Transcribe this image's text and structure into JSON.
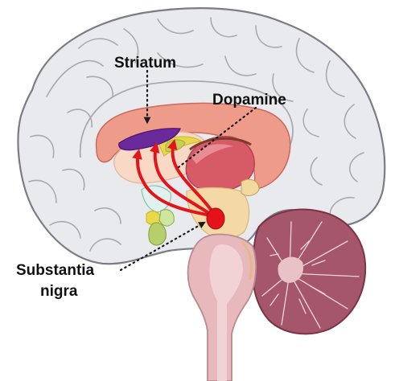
{
  "labels": {
    "striatum": "Striatum",
    "dopamine": "Dopamine",
    "substantia_line1": "Substantia",
    "substantia_line2": "nigra"
  },
  "colors": {
    "cortex": "#e9eaee",
    "cortex_outline": "#7b7d85",
    "corpus_callosum": "#ef9b8a",
    "thalamus": "#d75a67",
    "striatum_region": "#6a2a9a",
    "substantia_nigra": "#e4121a",
    "dopamine_pathway": "#e4141b",
    "brainstem": "#e8b9bc",
    "cerebellum": "#a5566a"
  },
  "icons": [
    "dopamine-pathway-arrow",
    "substantia-nigra-dot"
  ]
}
